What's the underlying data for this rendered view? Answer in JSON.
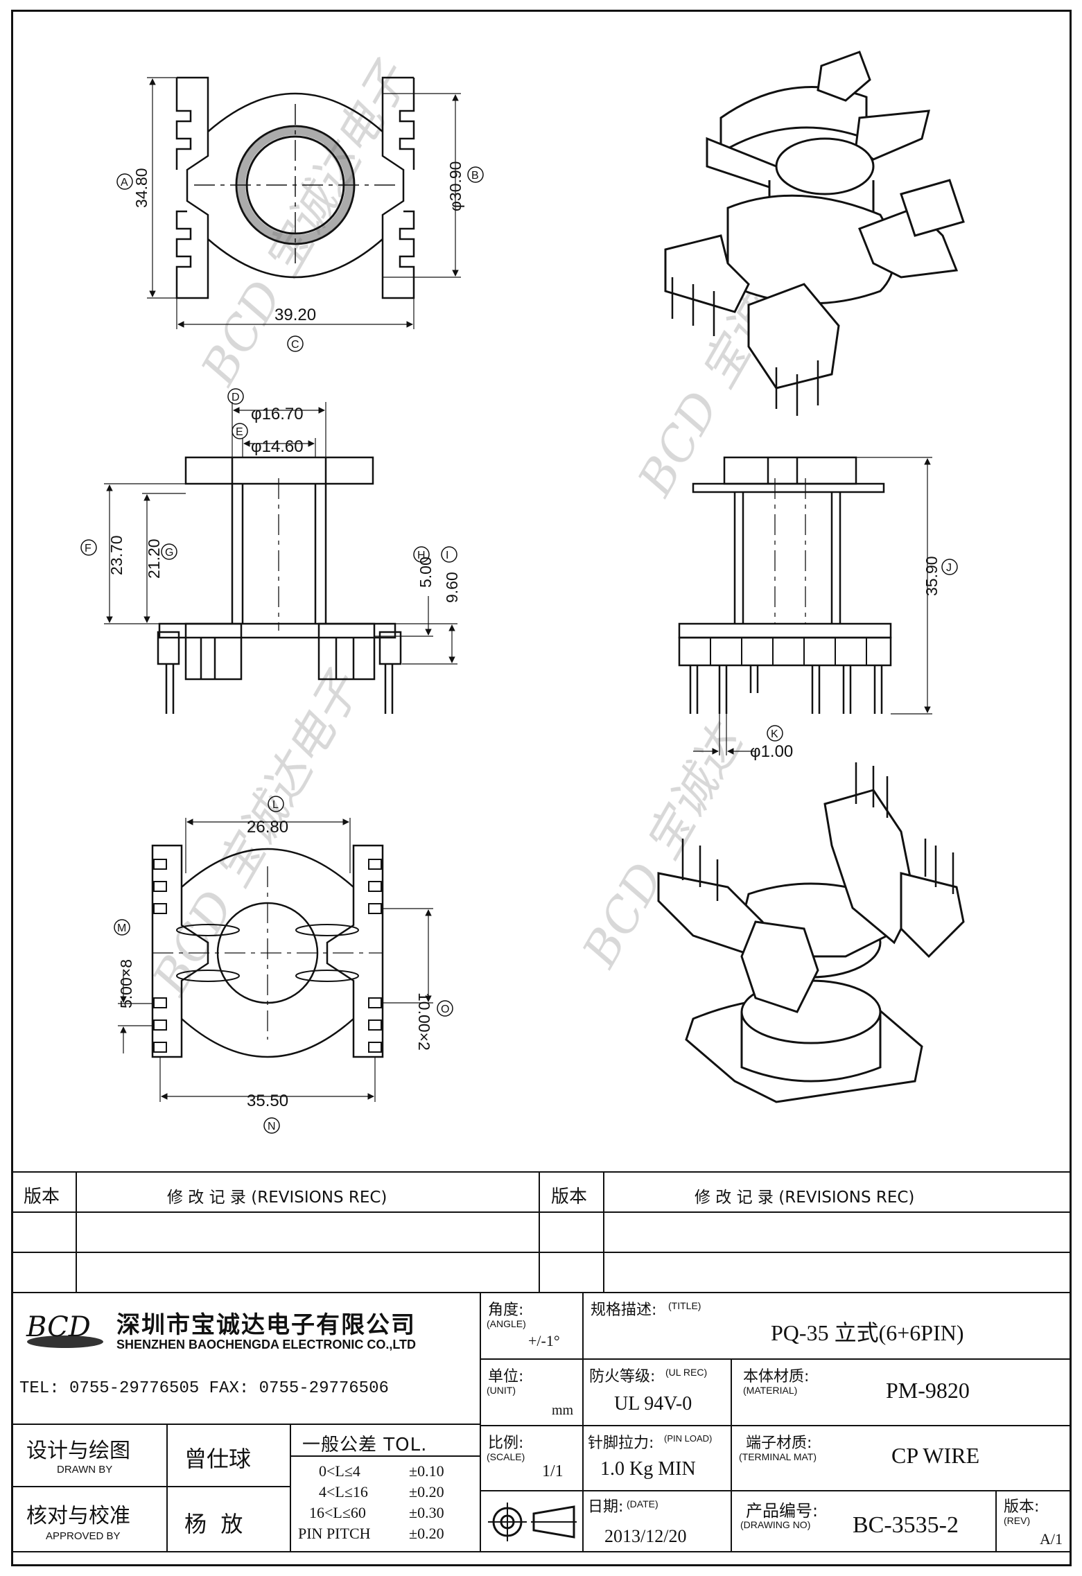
{
  "drawing": {
    "top_view": {
      "dims": [
        {
          "label": "A",
          "value": "34.80"
        },
        {
          "label": "B",
          "value": "φ30.90"
        },
        {
          "label": "C",
          "value": "39.20"
        }
      ]
    },
    "front_view": {
      "dims": [
        {
          "label": "D",
          "value": "φ16.70"
        },
        {
          "label": "E",
          "value": "φ14.60"
        },
        {
          "label": "F",
          "value": "23.70"
        },
        {
          "label": "G",
          "value": "21.20"
        },
        {
          "label": "H",
          "value": "5.00"
        },
        {
          "label": "I",
          "value": "9.60"
        }
      ]
    },
    "side_view": {
      "dims": [
        {
          "label": "J",
          "value": "35.90"
        },
        {
          "label": "K",
          "value": "φ1.00"
        }
      ]
    },
    "bottom_view": {
      "dims": [
        {
          "label": "L",
          "value": "26.80"
        },
        {
          "label": "M",
          "value": "5.00×8"
        },
        {
          "label": "N",
          "value": "35.50"
        },
        {
          "label": "O",
          "value": "10.00×2"
        }
      ]
    },
    "watermark": "BCD 宝诚达电子"
  },
  "revisions": {
    "ver_label": "版本",
    "rec_label": "修 改 记 录  (REVISIONS REC)"
  },
  "company": {
    "logo": "BCD",
    "name_cn": "深圳市宝诚达电子有限公司",
    "name_en": "SHENZHEN BAOCHENGDA ELECTRONIC CO.,LTD",
    "tel": "TEL: 0755-29776505   FAX: 0755-29776506"
  },
  "fields": {
    "angle_label": "角度:",
    "angle_en": "(ANGLE)",
    "angle_value": "+/-1°",
    "title_label": "规格描述:",
    "title_en": "(TITLE)",
    "title_value": "PQ-35 立式(6+6PIN)",
    "unit_label": "单位:",
    "unit_en": "(UNIT)",
    "unit_value": "mm",
    "ul_label": "防火等级:",
    "ul_en": "(UL REC)",
    "ul_value": "UL 94V-0",
    "material_label": "本体材质:",
    "material_en": "(MATERIAL)",
    "material_value": "PM-9820",
    "scale_label": "比例:",
    "scale_en": "(SCALE)",
    "scale_value": "1/1",
    "pinload_label": "针脚拉力:",
    "pinload_en": "(PIN LOAD)",
    "pinload_value": "1.0 Kg MIN",
    "terminal_label": "端子材质:",
    "terminal_en": "(TERMINAL MAT)",
    "terminal_value": "CP WIRE",
    "date_label": "日期:",
    "date_en": "(DATE)",
    "date_value": "2013/12/20",
    "drawing_no_label": "产品编号:",
    "drawing_no_en": "(DRAWING NO)",
    "drawing_no_value": "BC-3535-2",
    "rev_label": "版本:",
    "rev_en": "(REV)",
    "rev_value": "A/1"
  },
  "people": {
    "drawn_label": "设计与绘图",
    "drawn_en": "DRAWN BY",
    "drawn_name": "曾仕球",
    "approved_label": "核对与校准",
    "approved_en": "APPROVED BY",
    "approved_name": "杨  放"
  },
  "tolerance": {
    "title": "一般公差 TOL.",
    "rows": [
      {
        "range": "0<L≤4",
        "tol": "±0.10"
      },
      {
        "range": "4<L≤16",
        "tol": "±0.20"
      },
      {
        "range": "16<L≤60",
        "tol": "±0.30"
      },
      {
        "range": "PIN PITCH",
        "tol": "±0.20"
      }
    ]
  }
}
